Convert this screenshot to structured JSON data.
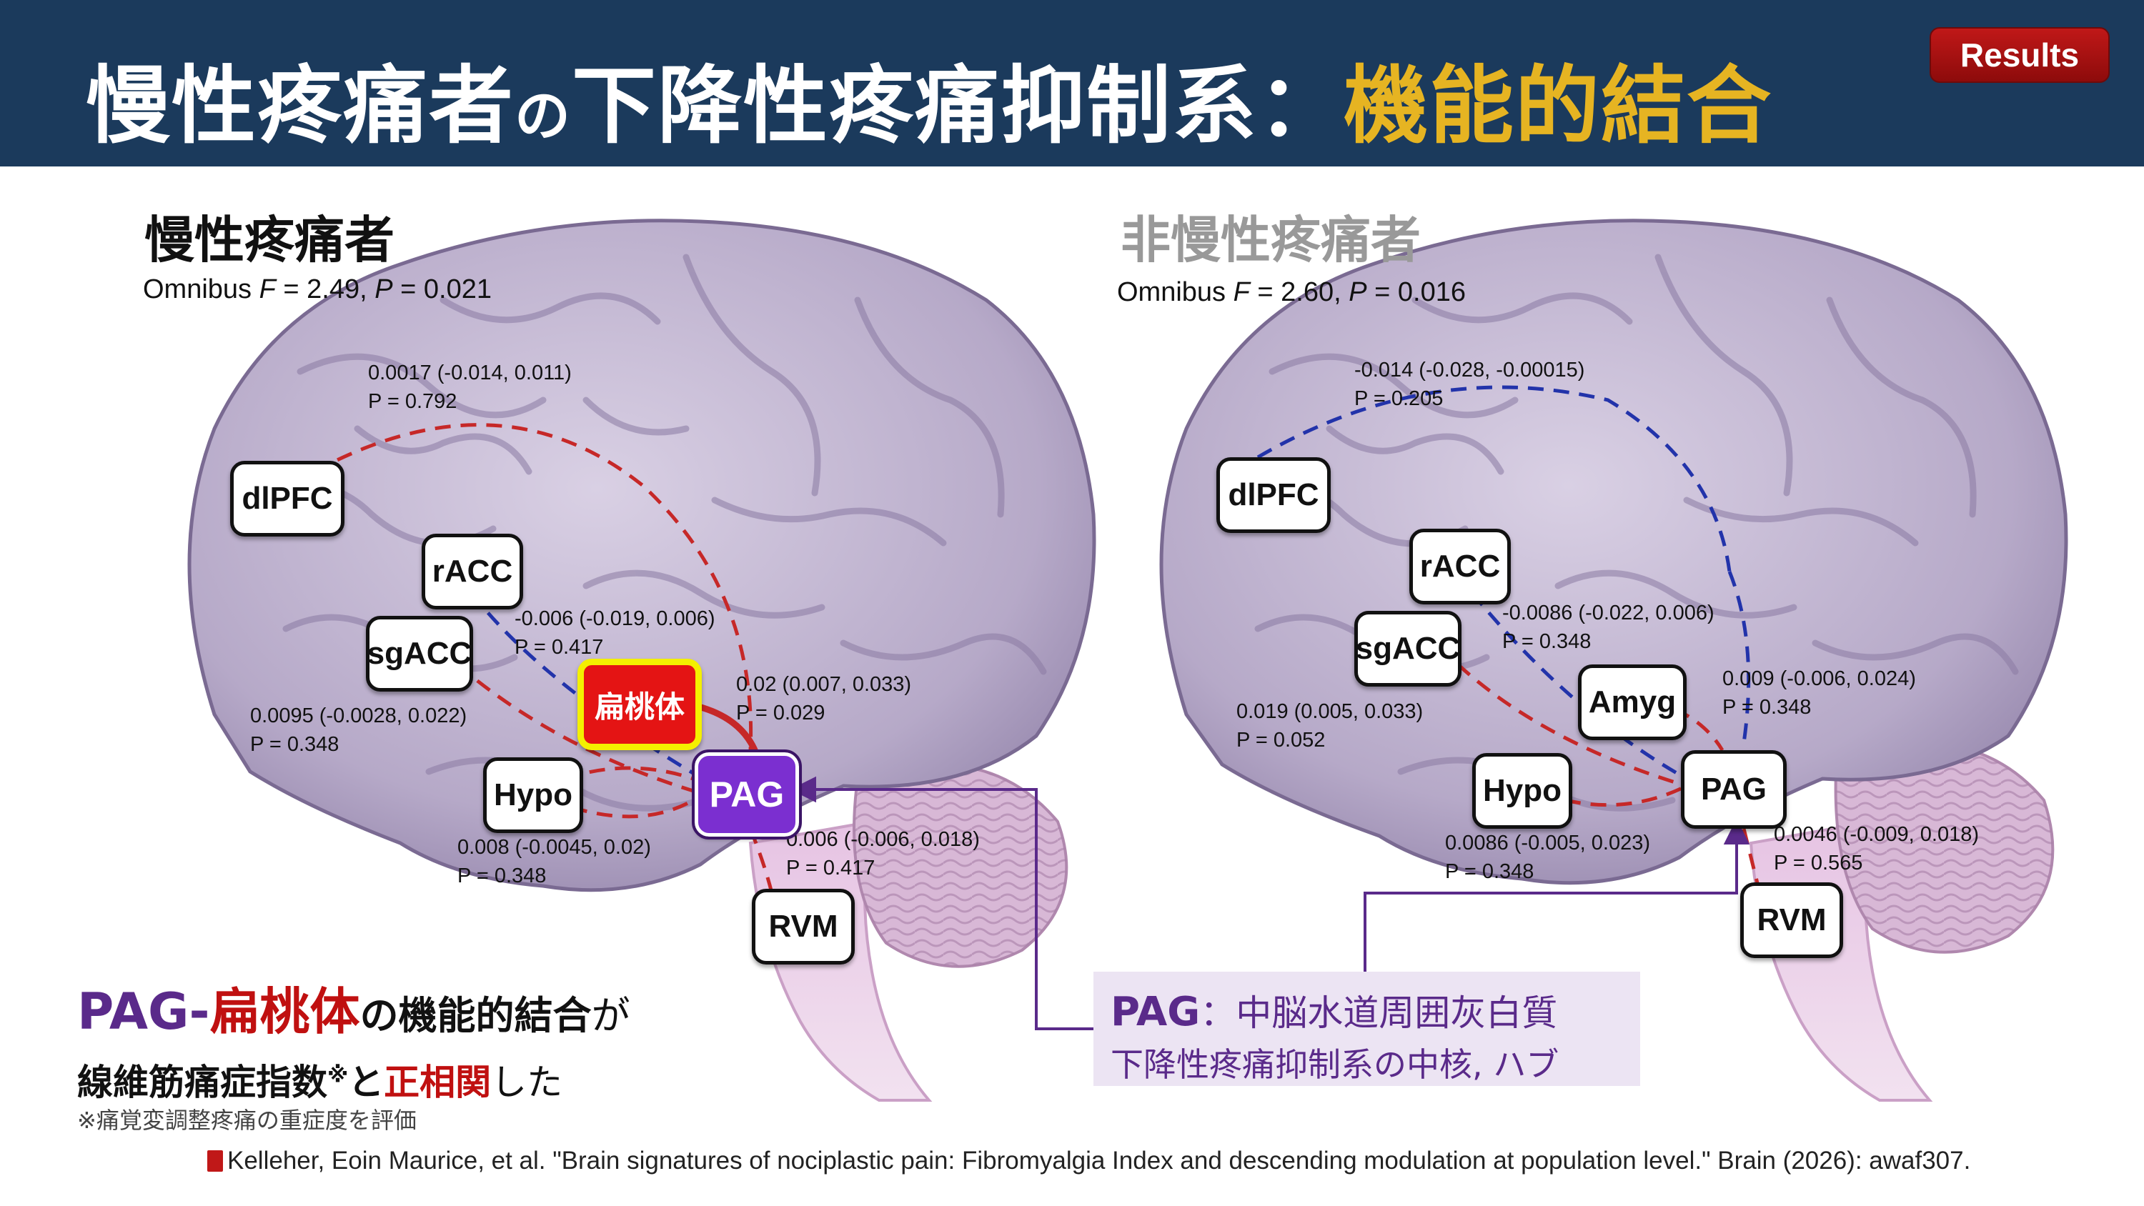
{
  "header": {
    "title_part1": "慢性疼痛者",
    "title_no": "の",
    "title_part2": "下降性疼痛抑制系：",
    "title_accent": "機能的結合",
    "badge": "Results"
  },
  "left_panel": {
    "title": "慢性疼痛者",
    "omnibus_prefix": "Omnibus ",
    "omnibus_f": "F",
    "omnibus_mid": " = 2.49, ",
    "omnibus_p": "P",
    "omnibus_val": " = 0.021",
    "nodes": {
      "dlpfc": "dlPFC",
      "racc": "rACC",
      "sgacc": "sgACC",
      "amyg": "扁桃体",
      "hypo": "Hypo",
      "pag": "PAG",
      "rvm": "RVM"
    },
    "stats": {
      "dlpfc_pag": [
        "0.0017 (-0.014, 0.011)",
        "P = 0.792"
      ],
      "racc_pag": [
        "-0.006 (-0.019, 0.006)",
        "P = 0.417"
      ],
      "amyg_pag": [
        "0.02 (0.007, 0.033)",
        "P = 0.029"
      ],
      "sgacc_pag": [
        "0.0095 (-0.0028, 0.022)",
        "P = 0.348"
      ],
      "hypo_pag": [
        "0.008 (-0.0045, 0.02)",
        "P = 0.348"
      ],
      "pag_rvm": [
        "0.006 (-0.006, 0.018)",
        "P = 0.417"
      ]
    }
  },
  "right_panel": {
    "title": "非慢性疼痛者",
    "omnibus_prefix": "Omnibus ",
    "omnibus_f": "F",
    "omnibus_mid": " = 2.60, ",
    "omnibus_p": "P",
    "omnibus_val": " = 0.016",
    "nodes": {
      "dlpfc": "dlPFC",
      "racc": "rACC",
      "sgacc": "sgACC",
      "amyg": "Amyg",
      "hypo": "Hypo",
      "pag": "PAG",
      "rvm": "RVM"
    },
    "stats": {
      "dlpfc_pag": [
        "-0.014 (-0.028, -0.00015)",
        "P = 0.205"
      ],
      "racc_pag": [
        "-0.0086 (-0.022, 0.006)",
        "P = 0.348"
      ],
      "amyg_pag": [
        "0.009 (-0.006, 0.024)",
        "P = 0.348"
      ],
      "sgacc_pag": [
        "0.019 (0.005, 0.033)",
        "P = 0.052"
      ],
      "hypo_pag": [
        "0.0086 (-0.005, 0.023)",
        "P = 0.348"
      ],
      "pag_rvm": [
        "0.0046 (-0.009, 0.018)",
        "P = 0.565"
      ]
    }
  },
  "finding": {
    "pag": "PAG-",
    "amyg": "扁桃体",
    "rest1": "の機能的結合",
    "ga": "が",
    "line2_a": "線維筋痛症指数",
    "sup": "※",
    "line2_b": "と",
    "line2_c": "正相関",
    "line2_d": "した",
    "footnote": "※痛覚変調整疼痛の重症度を評価"
  },
  "pag_note": {
    "label": "PAG",
    "sep": "：",
    "desc1": "中脳水道周囲灰白質",
    "desc2": "下降性疼痛抑制系の中核, ハブ"
  },
  "citation": "Kelleher, Eoin Maurice, et al. \"Brain signatures of nociplastic pain: Fibromyalgia Index and descending modulation at population level.\" Brain (2026): awaf307.",
  "colors": {
    "header_bg": "#1b3a5c",
    "accent": "#e6b422",
    "red_edge": "#c62828",
    "blue_edge": "#2233aa",
    "purple": "#5a2a8a"
  }
}
